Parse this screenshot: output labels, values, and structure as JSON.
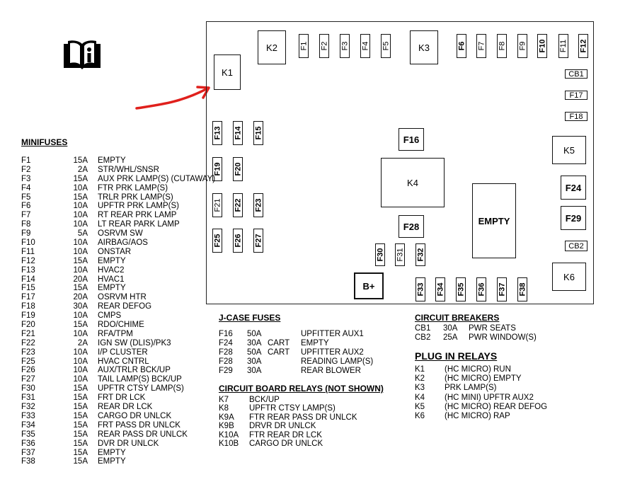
{
  "icons": {
    "manual": "book-info-icon",
    "pointer": "red-arrow-icon"
  },
  "colors": {
    "arrow": "#e0201c",
    "outline": "#111111"
  },
  "box": {
    "relays": [
      "K1",
      "K2",
      "K3",
      "K4",
      "K5",
      "K6"
    ],
    "minifuses": [
      "F1",
      "F2",
      "F3",
      "F4",
      "F5",
      "F6",
      "F7",
      "F8",
      "F9",
      "F10",
      "F11",
      "F12",
      "F13",
      "F14",
      "F15",
      "F17",
      "F18",
      "F19",
      "F20",
      "F21",
      "F22",
      "F23",
      "F25",
      "F26",
      "F27",
      "F30",
      "F31",
      "F32",
      "F33",
      "F34",
      "F35",
      "F36",
      "F37",
      "F38"
    ],
    "jcase": [
      "F16",
      "F24",
      "F28",
      "F29"
    ],
    "breakers": [
      "CB1",
      "CB2"
    ],
    "empty": "EMPTY",
    "bplus": "B+"
  },
  "minifuses": {
    "title": "MINIFUSES",
    "rows": [
      {
        "id": "F1",
        "amp": "15A",
        "desc": "EMPTY"
      },
      {
        "id": "F2",
        "amp": "2A",
        "desc": "STR/WHL/SNSR"
      },
      {
        "id": "F3",
        "amp": "15A",
        "desc": "AUX PRK LAMP(S) (CUTAWAY)"
      },
      {
        "id": "F4",
        "amp": "10A",
        "desc": "FTR PRK LAMP(S)"
      },
      {
        "id": "F5",
        "amp": "15A",
        "desc": "TRLR PRK LAMP(S)"
      },
      {
        "id": "F6",
        "amp": "10A",
        "desc": "UPFTR PRK LAMP(S)"
      },
      {
        "id": "F7",
        "amp": "10A",
        "desc": "RT REAR PRK LAMP"
      },
      {
        "id": "F8",
        "amp": "10A",
        "desc": "LT REAR PARK LAMP"
      },
      {
        "id": "F9",
        "amp": "5A",
        "desc": "OSRVM SW"
      },
      {
        "id": "F10",
        "amp": "10A",
        "desc": "AIRBAG/AOS"
      },
      {
        "id": "F11",
        "amp": "10A",
        "desc": "ONSTAR"
      },
      {
        "id": "F12",
        "amp": "15A",
        "desc": "EMPTY"
      },
      {
        "id": "F13",
        "amp": "10A",
        "desc": "HVAC2"
      },
      {
        "id": "F14",
        "amp": "20A",
        "desc": "HVAC1"
      },
      {
        "id": "F15",
        "amp": "15A",
        "desc": "EMPTY"
      },
      {
        "id": "F17",
        "amp": "20A",
        "desc": "OSRVM HTR"
      },
      {
        "id": "F18",
        "amp": "30A",
        "desc": "REAR DEFOG"
      },
      {
        "id": "F19",
        "amp": "10A",
        "desc": "CMPS"
      },
      {
        "id": "F20",
        "amp": "15A",
        "desc": "RDO/CHIME"
      },
      {
        "id": "F21",
        "amp": "10A",
        "desc": "RFA/TPM"
      },
      {
        "id": "F22",
        "amp": "2A",
        "desc": "IGN SW (DLIS)/PK3"
      },
      {
        "id": "F23",
        "amp": "10A",
        "desc": "I/P CLUSTER"
      },
      {
        "id": "F25",
        "amp": "10A",
        "desc": "HVAC CNTRL"
      },
      {
        "id": "F26",
        "amp": "10A",
        "desc": "AUX/TRLR BCK/UP"
      },
      {
        "id": "F27",
        "amp": "10A",
        "desc": "TAIL LAMP(S) BCK/UP"
      },
      {
        "id": "F30",
        "amp": "15A",
        "desc": "UPFTR CTSY LAMP(S)"
      },
      {
        "id": "F31",
        "amp": "15A",
        "desc": "FRT DR LCK"
      },
      {
        "id": "F32",
        "amp": "15A",
        "desc": "REAR DR LCK"
      },
      {
        "id": "F33",
        "amp": "15A",
        "desc": "CARGO DR UNLCK"
      },
      {
        "id": "F34",
        "amp": "15A",
        "desc": "FRT PASS DR UNLCK"
      },
      {
        "id": "F35",
        "amp": "15A",
        "desc": "REAR PASS DR UNLCK"
      },
      {
        "id": "F36",
        "amp": "15A",
        "desc": "DVR DR UNLCK"
      },
      {
        "id": "F37",
        "amp": "15A",
        "desc": "EMPTY"
      },
      {
        "id": "F38",
        "amp": "15A",
        "desc": "EMPTY"
      }
    ]
  },
  "jcase": {
    "title": "J-CASE FUSES",
    "rows": [
      {
        "id": "F16",
        "amp": "50A",
        "note": "",
        "desc": "UPFITTER AUX1"
      },
      {
        "id": "F24",
        "amp": "30A",
        "note": "CART",
        "desc": "EMPTY"
      },
      {
        "id": "F28",
        "amp": "50A",
        "note": "CART",
        "desc": "UPFITTER AUX2"
      },
      {
        "id": "F28",
        "amp": "30A",
        "note": "",
        "desc": "READING LAMP(S)"
      },
      {
        "id": "F29",
        "amp": "30A",
        "note": "",
        "desc": "REAR BLOWER"
      }
    ]
  },
  "circuit_relays": {
    "title": "CIRCUIT BOARD RELAYS (NOT SHOWN)",
    "rows": [
      {
        "id": "K7",
        "desc": "BCK/UP"
      },
      {
        "id": "K8",
        "desc": "UPFTR CTSY LAMP(S)"
      },
      {
        "id": "K9A",
        "desc": "FTR REAR PASS DR UNLCK"
      },
      {
        "id": "K9B",
        "desc": "DRVR DR UNLCK"
      },
      {
        "id": "K10A",
        "desc": "FTR REAR DR LCK"
      },
      {
        "id": "K10B",
        "desc": "CARGO DR UNLCK"
      }
    ]
  },
  "breakers": {
    "title": "CIRCUIT BREAKERS",
    "rows": [
      {
        "id": "CB1",
        "amp": "30A",
        "desc": "PWR SEATS"
      },
      {
        "id": "CB2",
        "amp": "25A",
        "desc": "PWR WINDOW(S)"
      }
    ]
  },
  "plugin": {
    "title": "PLUG IN RELAYS",
    "rows": [
      {
        "id": "K1",
        "desc": "(HC MICRO) RUN"
      },
      {
        "id": "K2",
        "desc": "(HC MICRO) EMPTY"
      },
      {
        "id": "K3",
        "desc": "PRK LAMP(S)"
      },
      {
        "id": "K4",
        "desc": "(HC MINI) UPFTR AUX2"
      },
      {
        "id": "K5",
        "desc": "(HC MICRO) REAR DEFOG"
      },
      {
        "id": "K6",
        "desc": "(HC MICRO) RAP"
      }
    ]
  }
}
